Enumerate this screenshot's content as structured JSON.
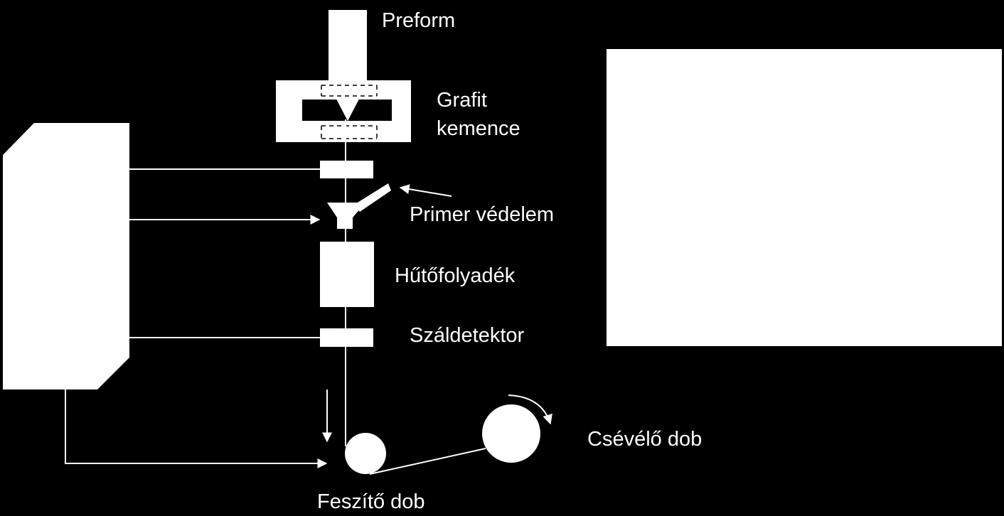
{
  "labels": {
    "preform": "Preform",
    "furnace_line1": "Grafit",
    "furnace_line2": "kemence",
    "primary_coating": "Primer védelem",
    "coolant": "Hűtőfolyadék",
    "fiber_detector": "Száldetektor",
    "tension_drum": "Feszítő dob",
    "winding_drum": "Csévélő dob"
  },
  "colors": {
    "background": "#000000",
    "foreground": "#ffffff"
  }
}
